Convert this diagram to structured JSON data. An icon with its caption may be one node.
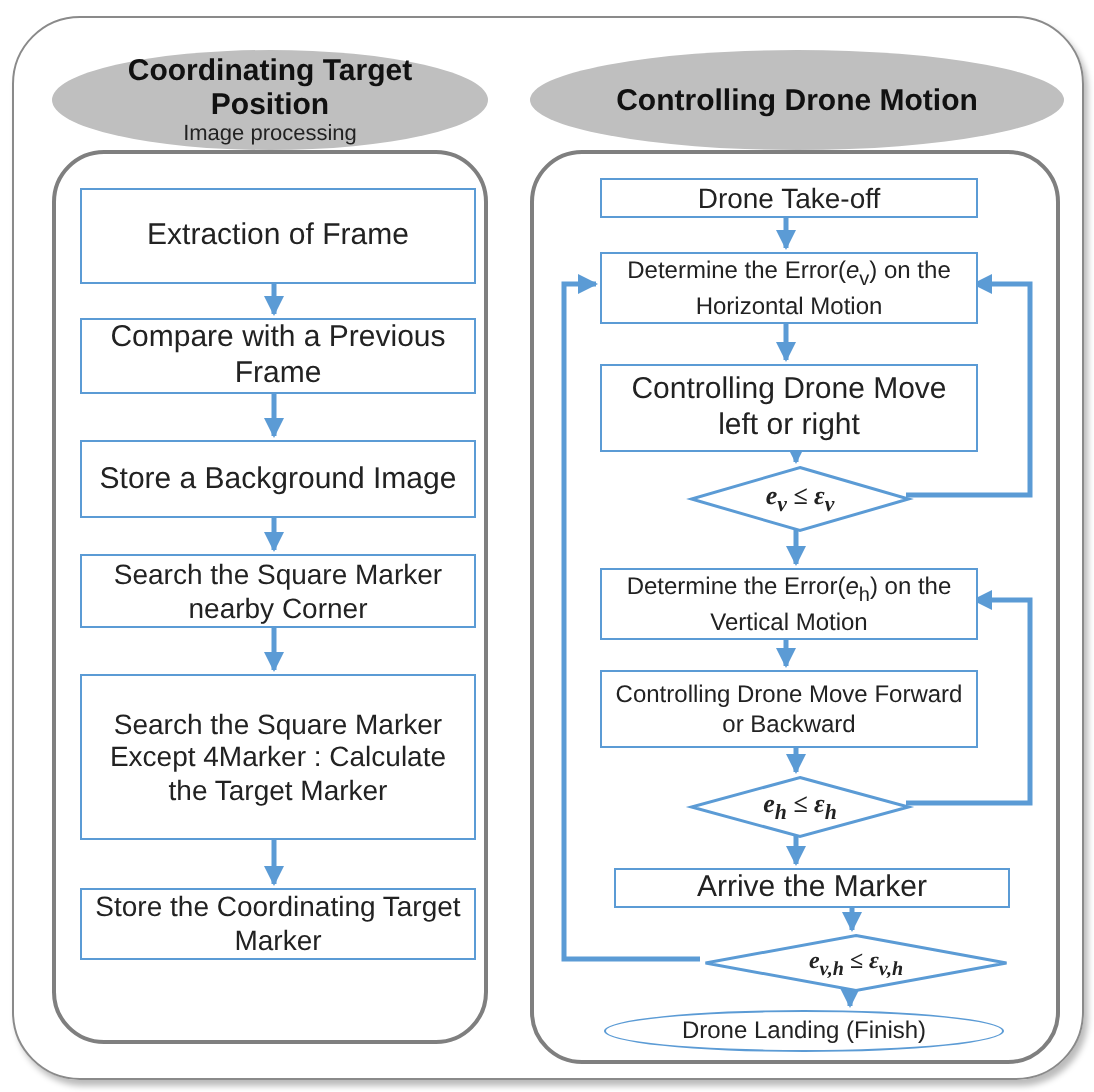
{
  "diagram": {
    "nodes": [
      {
        "text": [
          "Coordinating Target Position",
          "Image processing"
        ]
      },
      {
        "text": [],
        "shape": "box"
      },
      {
        "text": [
          "Extraction of Frame"
        ],
        "in": 1
      },
      {
        "text": [
          "Compare with a Previous Frame"
        ],
        "in": 1
      },
      {
        "text": [
          "Store a Background Image"
        ],
        "in": 1
      },
      {
        "text": [
          "Search the Square Marker nearby Corner"
        ],
        "in": 1
      },
      {
        "text": [
          "Search the Square Marker Except 4Marker : Calculate the Target Marker"
        ],
        "in": 1
      },
      {
        "text": [
          "Store the Coordinating Target Marker"
        ],
        "in": 1
      },
      {
        "text": [
          "Controlling Drone Motion"
        ]
      },
      {
        "text": [],
        "shape": "box"
      },
      {
        "text": [
          "Drone Take-off"
        ],
        "in": 9
      },
      {
        "text": [
          "Determine the Error(*e*$_{v}$) on the Horizontal Motion"
        ],
        "in": 9
      },
      {
        "text": [
          "Controlling Drone Move left or right"
        ],
        "in": 9
      },
      {
        "text": [
          "e$_{v}$ ≤ ε$_{v}$"
        ],
        "in": 9
      },
      {
        "text": [
          "Determine the Error(*e*$_{h}$) on the Vertical Motion"
        ],
        "in": 9
      },
      {
        "text": [
          "Controlling Drone Move Forward or Backward"
        ],
        "in": 9
      },
      {
        "text": [
          "e$_{h}$ ≤ ε$_{h}$"
        ],
        "in": 9
      },
      {
        "text": [
          "Arrive the Marker"
        ],
        "in": 9
      },
      {
        "text": [
          "e$_{v,h}$ ≤ ε$_{v,h}$"
        ],
        "in": 9
      },
      {
        "text": [
          "Drone Landing (Finish)"
        ],
        "in": 9
      }
    ],
    "edges": [
      {
        "from": 2,
        "to": 3,
        "arrow": "to"
      },
      {
        "from": 3,
        "to": 4,
        "arrow": "to"
      },
      {
        "from": 4,
        "to": 5,
        "arrow": "to"
      },
      {
        "from": 5,
        "to": 6,
        "arrow": "to"
      },
      {
        "from": 6,
        "to": 7,
        "arrow": "to"
      },
      {
        "from": 10,
        "to": 11,
        "arrow": "to"
      },
      {
        "from": 11,
        "to": 12,
        "arrow": "to"
      },
      {
        "from": 12,
        "to": 13,
        "arrow": "to"
      },
      {
        "from": 13,
        "to": 14,
        "arrow": "to"
      },
      {
        "from": 13,
        "to": 11,
        "arrow": "to"
      },
      {
        "from": 14,
        "to": 15,
        "arrow": "to"
      },
      {
        "from": 15,
        "to": 16,
        "arrow": "to"
      },
      {
        "from": 16,
        "to": 17,
        "arrow": "to"
      },
      {
        "from": 16,
        "to": 14,
        "arrow": "to"
      },
      {
        "from": 17,
        "to": 18,
        "arrow": "to"
      },
      {
        "from": 18,
        "to": 11,
        "arrow": "to"
      },
      {
        "from": 18,
        "to": 19,
        "arrow": "to"
      }
    ]
  }
}
